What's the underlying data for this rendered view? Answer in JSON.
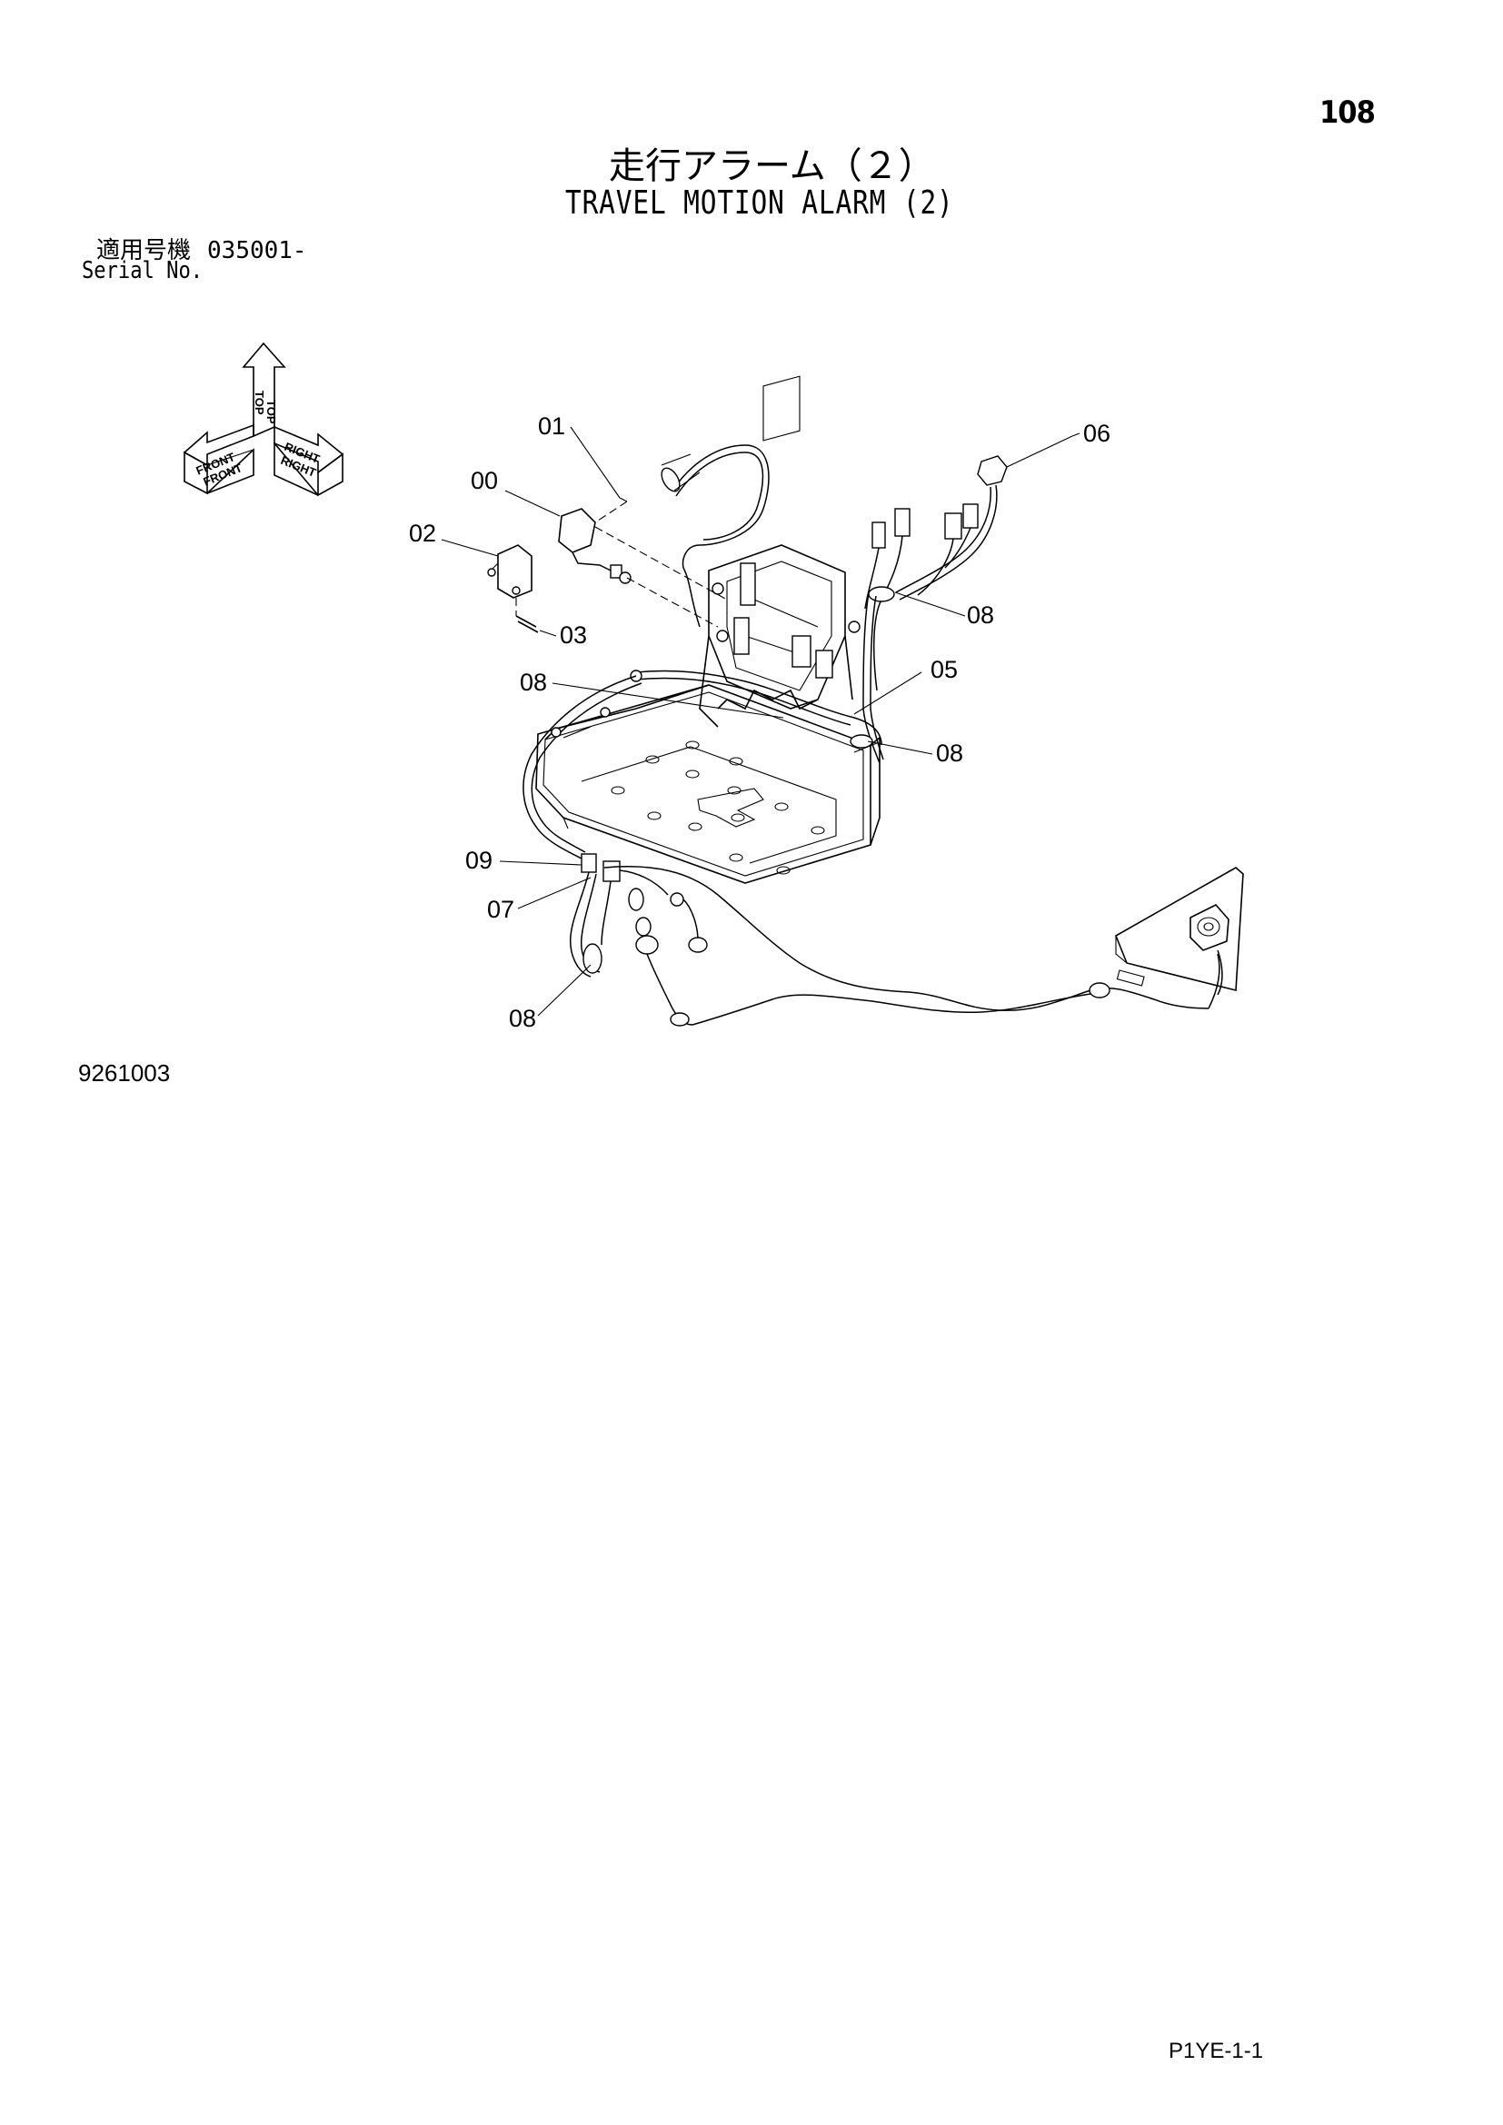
{
  "page": {
    "number": "108",
    "footer_code": "P1YE-1-1"
  },
  "title": {
    "japanese": "走行アラーム（２）",
    "english": "TRAVEL MOTION ALARM (2)"
  },
  "serial": {
    "label_japanese": "適用号機",
    "value": "035001-",
    "label_english": "Serial No."
  },
  "drawing": {
    "number": "9261003",
    "orientation_labels": [
      "TOP",
      "FRONT",
      "RIGHT"
    ],
    "callouts": [
      "01",
      "00",
      "02",
      "03",
      "06",
      "08",
      "05",
      "08",
      "08",
      "09",
      "07",
      "08"
    ]
  }
}
